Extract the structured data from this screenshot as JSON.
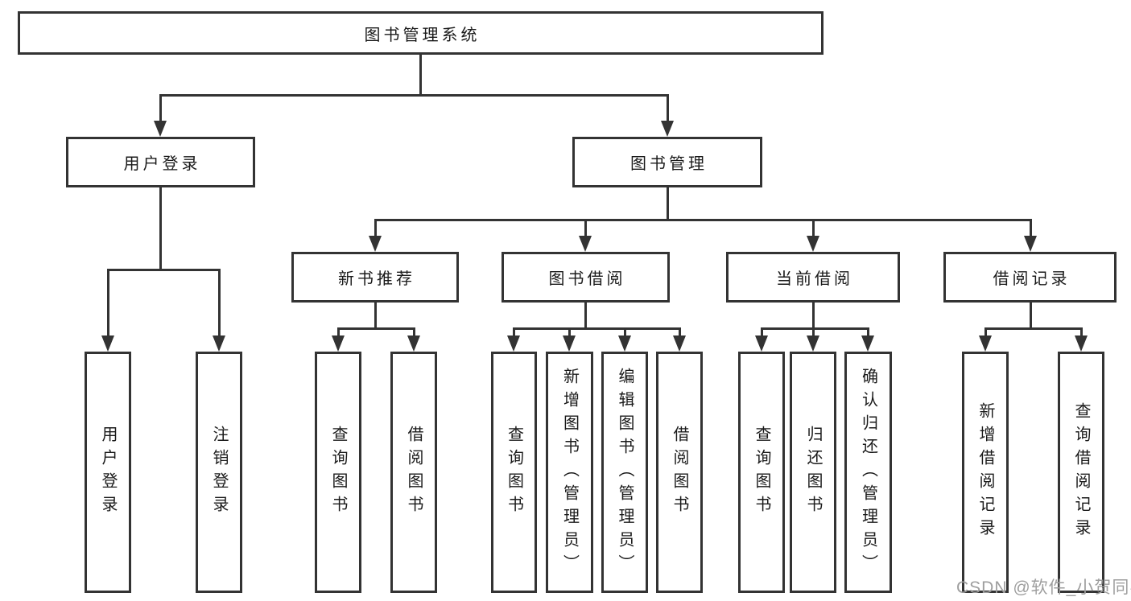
{
  "diagram": {
    "root": {
      "label": "图书管理系统"
    },
    "branches": [
      {
        "label": "用户登录",
        "children": [
          {
            "label": "用户登录"
          },
          {
            "label": "注销登录"
          }
        ]
      },
      {
        "label": "图书管理",
        "children": [
          {
            "label": "新书推荐",
            "children": [
              {
                "label": "查询图书"
              },
              {
                "label": "借阅图书"
              }
            ]
          },
          {
            "label": "图书借阅",
            "children": [
              {
                "label": "查询图书"
              },
              {
                "label": "新增图书（管理员）"
              },
              {
                "label": "编辑图书（管理员）"
              },
              {
                "label": "借阅图书"
              }
            ]
          },
          {
            "label": "当前借阅",
            "children": [
              {
                "label": "查询图书"
              },
              {
                "label": "归还图书"
              },
              {
                "label": "确认归还（管理员）"
              }
            ]
          },
          {
            "label": "借阅记录",
            "children": [
              {
                "label": "新增借阅记录"
              },
              {
                "label": "查询借阅记录"
              }
            ]
          }
        ]
      }
    ]
  },
  "watermark": "CSDN @软件_小贺同学",
  "colors": {
    "line": "#333333",
    "text": "#1a1a1a",
    "background": "#ffffff",
    "watermark": "#9e9e9e"
  }
}
